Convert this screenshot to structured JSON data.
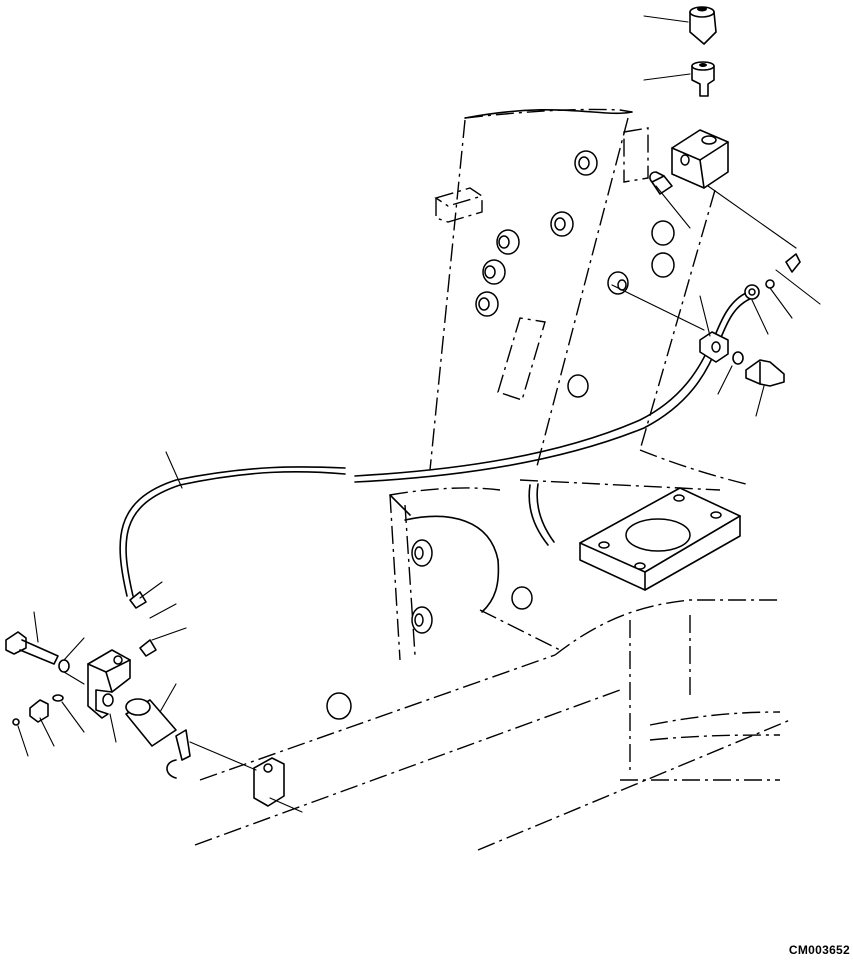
{
  "drawing": {
    "code": "CM003652",
    "type": "exploded parts diagram",
    "callout_count": 21,
    "colors": {
      "line": "#000000",
      "background": "#ffffff"
    }
  }
}
